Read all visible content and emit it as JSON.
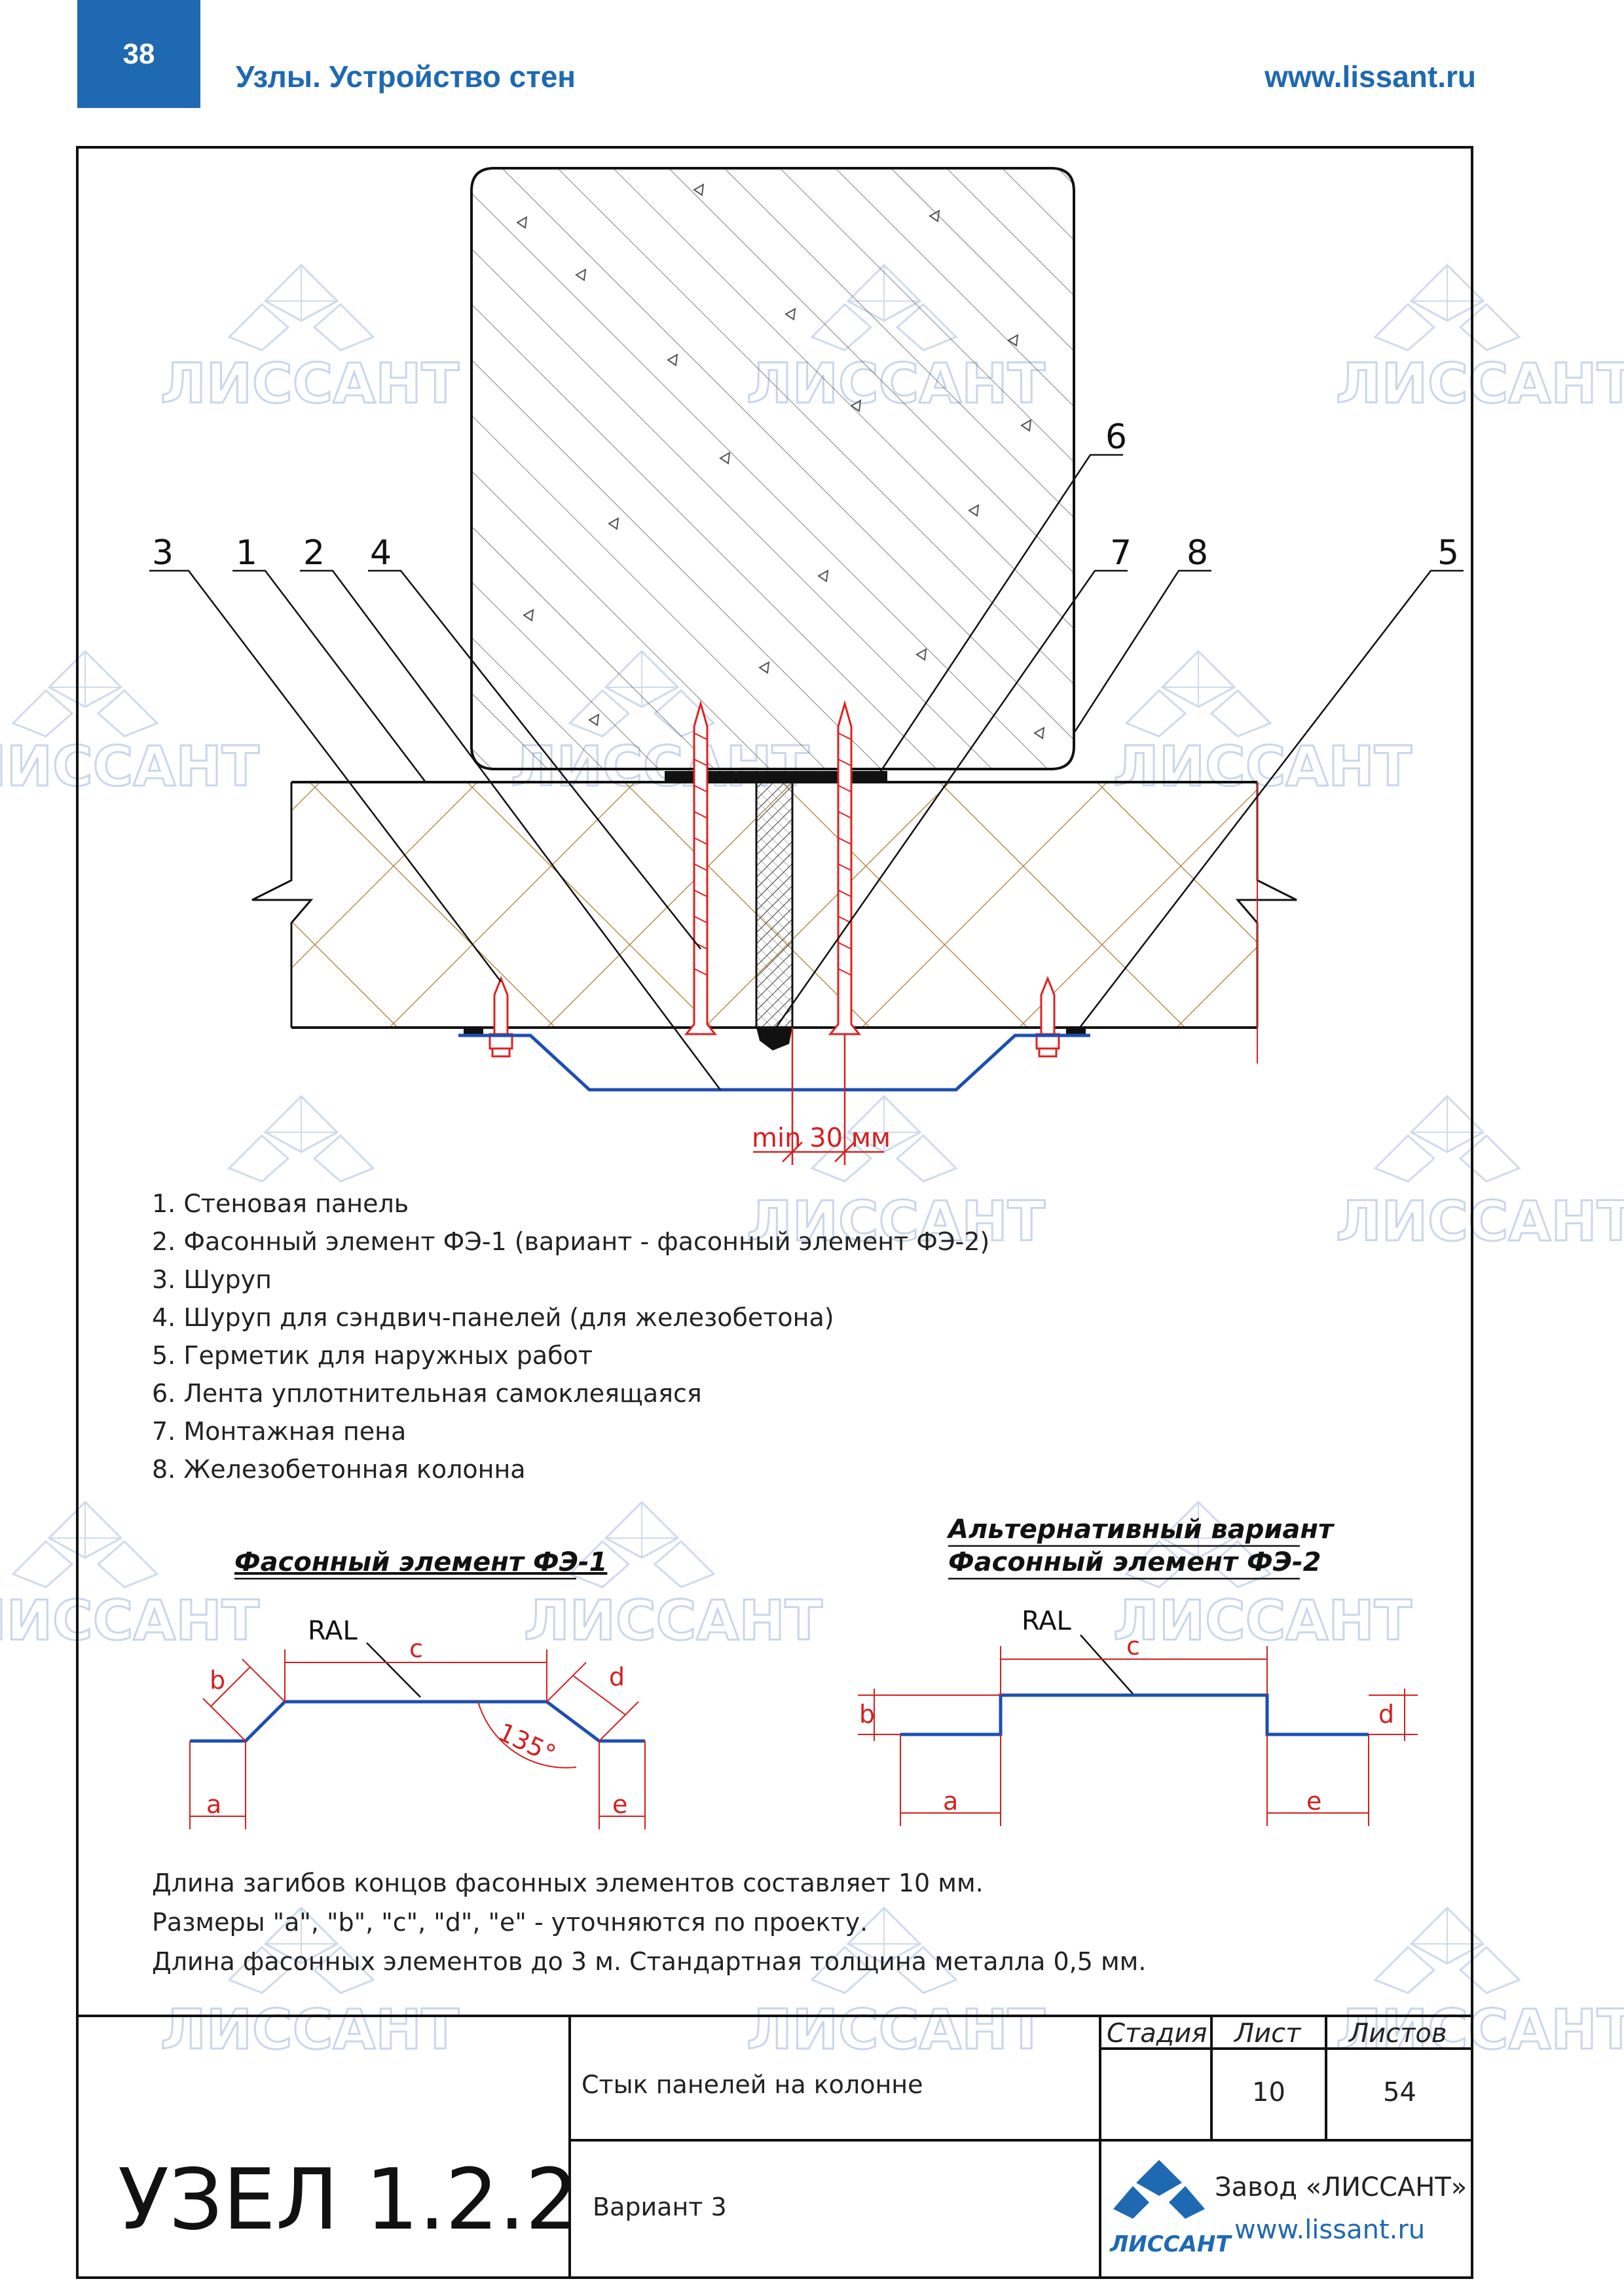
{
  "header": {
    "page_number": "38",
    "section_title": "Узлы. Устройство стен",
    "website": "www.lissant.ru"
  },
  "callouts": [
    "3",
    "1",
    "2",
    "4",
    "6",
    "7",
    "8",
    "5"
  ],
  "dimension_label": "min 30 мм",
  "legend": [
    "1. Стеновая панель",
    "2. Фасонный элемент ФЭ-1 (вариант - фасонный элемент ФЭ-2)",
    "3. Шуруп",
    "4. Шуруп для сэндвич-панелей (для железобетона)",
    "5. Герметик для наружных работ",
    "6. Лента уплотнительная самоклеящаяся",
    "7. Монтажная пена",
    "8. Железобетонная колонна"
  ],
  "detail_fe1": {
    "title": "Фасонный элемент ФЭ-1",
    "ral": "RAL",
    "dims": {
      "a": "a",
      "b": "b",
      "c": "c",
      "d": "d",
      "e": "e"
    },
    "angle": "135°"
  },
  "detail_fe2": {
    "title_line1": "Альтернативный вариант",
    "title_line2": "Фасонный элемент ФЭ-2",
    "ral": "RAL",
    "dims": {
      "a": "a",
      "b": "b",
      "c": "c",
      "d": "d",
      "e": "e"
    }
  },
  "notes": [
    "Длина загибов концов фасонных элементов составляет 10 мм.",
    "Размеры \"a\", \"b\", \"c\", \"d\", \"e\" - уточняются по проекту.",
    "Длина фасонных элементов до 3 м. Стандартная толщина металла 0,5 мм."
  ],
  "title_block": {
    "node_name": "УЗЕЛ 1.2.2",
    "drawing_title": "Стык панелей на колонне",
    "variant": "Вариант 3",
    "stage_header": "Стадия",
    "sheet_header": "Лист",
    "sheets_header": "Листов",
    "stage_value": "",
    "sheet_value": "10",
    "sheets_value": "54",
    "company": "Завод «ЛИССАНТ»",
    "company_url": "www.lissant.ru",
    "logo_text": "ЛИССАНТ"
  },
  "watermark_text": "ЛИССАНТ",
  "colors": {
    "brand_blue": "#1f69b2",
    "screw_red": "#e02020",
    "profile_blue": "#1d4fb0",
    "insulation_hatch": "#a87a2a",
    "dimension_red": "#d42020"
  }
}
